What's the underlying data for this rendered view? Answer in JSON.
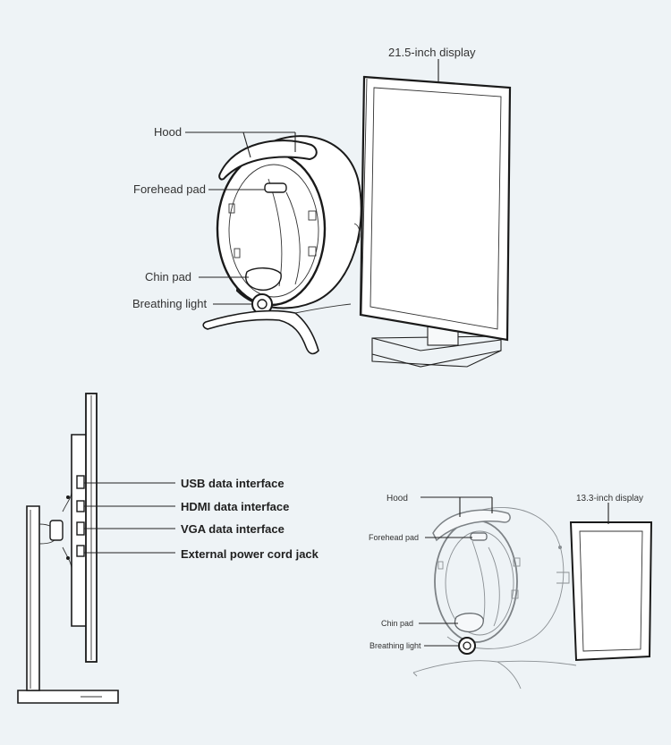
{
  "top_view": {
    "display_label": "21.5-inch display",
    "hood_label": "Hood",
    "forehead_label": "Forehead pad",
    "chin_label": "Chin pad",
    "breathing_label": "Breathing light"
  },
  "side_view": {
    "ports": [
      {
        "label": "USB data interface"
      },
      {
        "label": "HDMI data interface"
      },
      {
        "label": "VGA data interface"
      },
      {
        "label": "External power cord jack"
      }
    ]
  },
  "small_view": {
    "display_label": "13.3-inch display",
    "hood_label": "Hood",
    "forehead_label": "Forehead pad",
    "chin_label": "Chin pad",
    "breathing_label": "Breathing light"
  }
}
